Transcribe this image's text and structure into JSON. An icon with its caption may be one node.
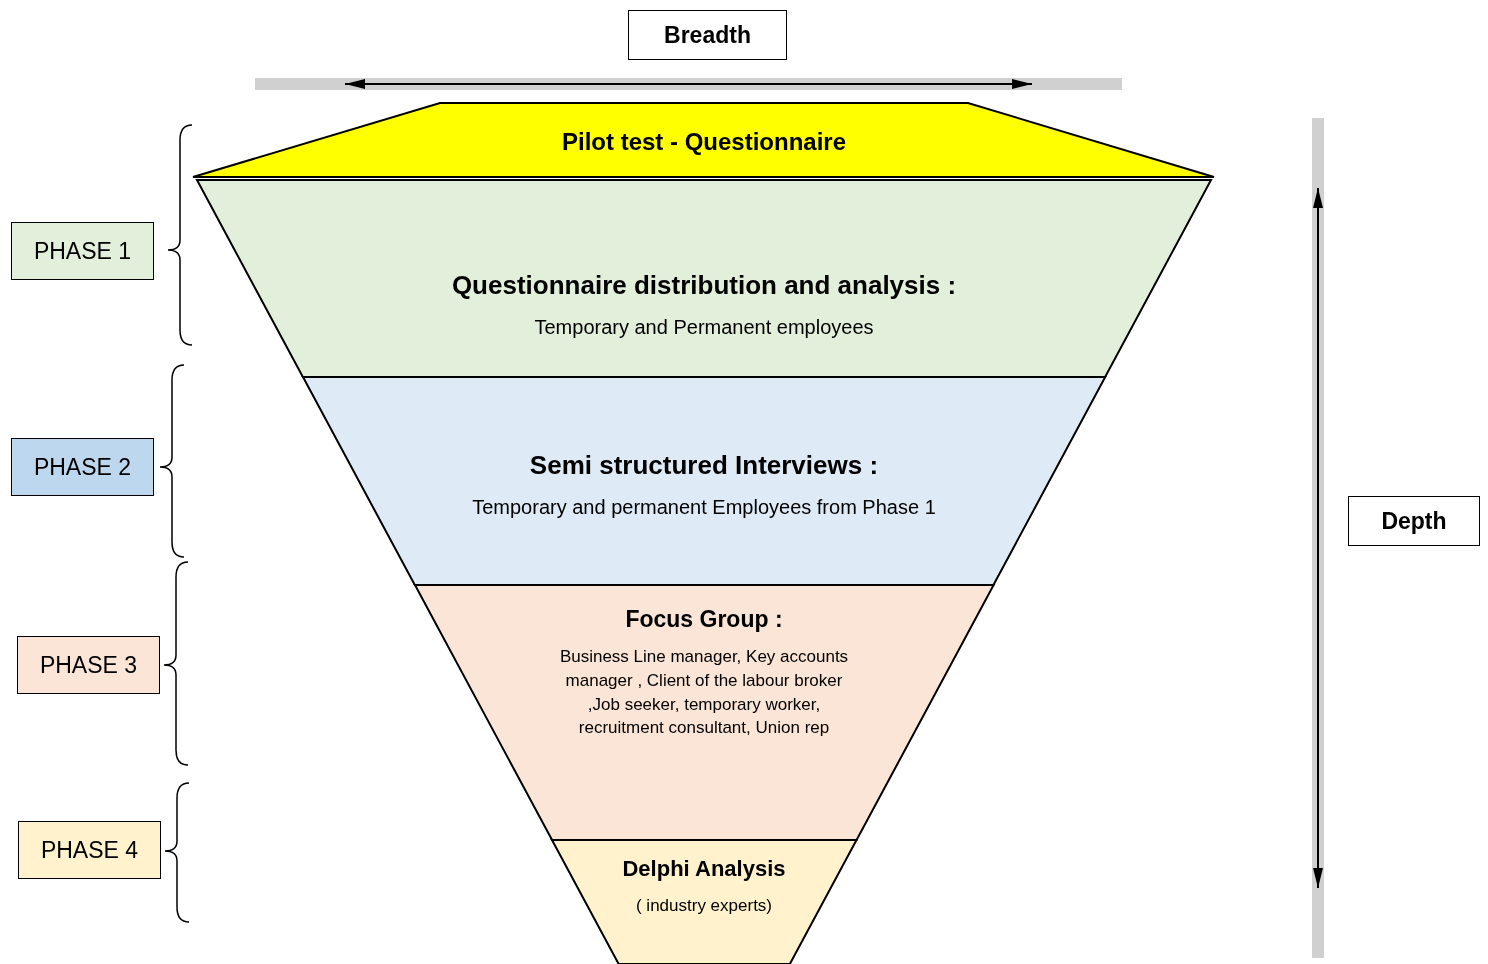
{
  "diagram": {
    "nodes": [
      {
        "text": [
          "Pilot test - Questionnaire"
        ]
      },
      {
        "text": [
          "Questionnaire distribution and analysis :",
          "Temporary and Permanent employees"
        ]
      },
      {
        "text": [
          "Semi structured Interviews :",
          "Temporary and permanent Employees from Phase 1"
        ]
      },
      {
        "text": [
          "Focus Group :",
          "Business Line manager, Key accounts manager , Client of the labour broker ,Job seeker, temporary worker, recruitment consultant, Union rep"
        ]
      },
      {
        "text": [
          "Delphi Analysis",
          "( industry experts)"
        ]
      },
      {
        "text": [
          "PHASE 1"
        ]
      },
      {
        "text": [
          "PHASE 2"
        ]
      },
      {
        "text": [
          "PHASE 3"
        ]
      },
      {
        "text": [
          "PHASE 4"
        ]
      },
      {
        "text": [
          "Breadth"
        ]
      },
      {
        "text": [
          "Depth"
        ]
      }
    ]
  }
}
